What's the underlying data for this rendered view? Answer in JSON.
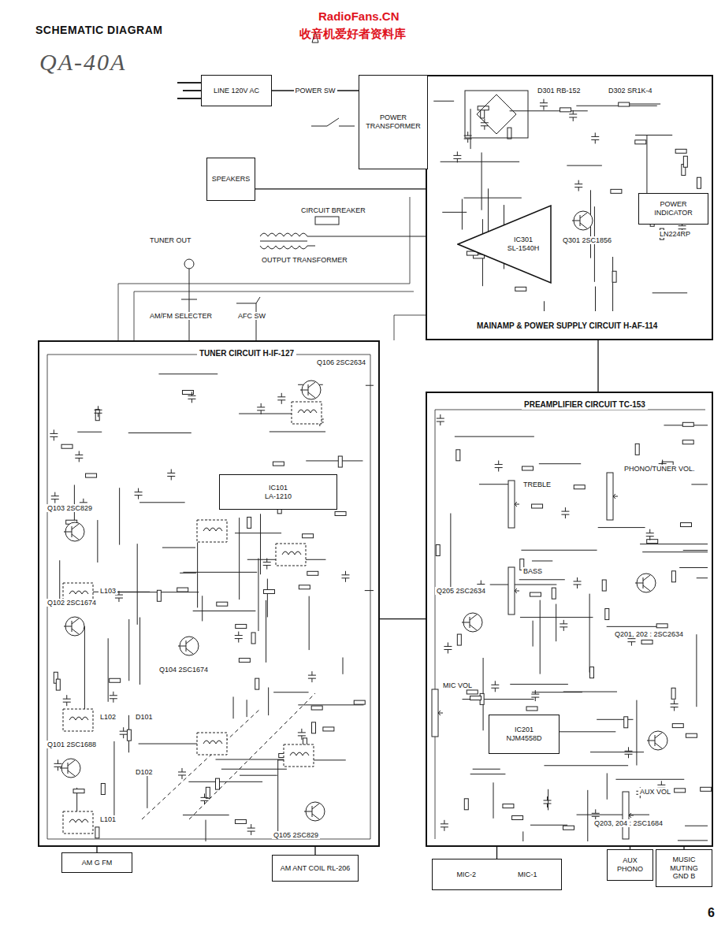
{
  "diagram": {
    "title": "SCHEMATIC DIAGRAM",
    "nodes": [
      {
        "text": [
          "TUNER CIRCUIT H-IF-127"
        ]
      },
      {
        "text": [
          "IC101",
          "LA-1210"
        ],
        "in": 0
      },
      {
        "text": [
          "PREAMPLIFIER CIRCUIT TC-153"
        ]
      },
      {
        "text": [
          "IC201",
          "NJM4558D"
        ],
        "in": 2
      },
      {
        "text": [
          "MAINAMP & POWER SUPPLY CIRCUIT H-AF-114"
        ]
      },
      {
        "text": [
          "IC301",
          "SL-1540H"
        ],
        "in": 4
      },
      {
        "text": [
          "POWER TRANSFORMER"
        ]
      },
      {
        "text": [
          "SPEAKERS"
        ]
      },
      {
        "text": [
          "AM G FM"
        ]
      },
      {
        "text": [
          "AM ANT COIL RL-206"
        ]
      },
      {
        "text": [
          "MIC-2",
          "MIC-1"
        ]
      },
      {
        "text": [
          "AUX PHONO"
        ]
      },
      {
        "text": [
          "MUSIC MUTING",
          "GND B"
        ]
      },
      {
        "text": [
          "POWER INDICATOR"
        ],
        "in": 4
      },
      {
        "text": [
          "LINE 120V AC"
        ]
      }
    ],
    "edges": [
      {
        "from": 8,
        "to": 0,
        "arrow": "none"
      },
      {
        "from": 9,
        "to": 0,
        "arrow": "none"
      },
      {
        "from": 0,
        "to": 2,
        "arrow": "none"
      },
      {
        "from": 2,
        "to": 4,
        "arrow": "none"
      },
      {
        "from": 6,
        "to": 4,
        "arrow": "none"
      },
      {
        "from": 4,
        "to": 7,
        "arrow": "none"
      },
      {
        "from": 10,
        "to": 2,
        "arrow": "none"
      },
      {
        "from": 11,
        "to": 2,
        "arrow": "none"
      },
      {
        "from": 12,
        "to": 2,
        "arrow": "none"
      },
      {
        "from": 14,
        "to": 6,
        "label": "POWER SW",
        "arrow": "none"
      }
    ],
    "labels": [
      "QA-40A",
      "RadioFans.CN",
      "收音机爱好者资料库",
      "6",
      "TUNER OUT",
      "AM/FM SELECTER",
      "AFC SW",
      "CIRCUIT BREAKER",
      "OUTPUT TRANSFORMER",
      "Q101 2SC1688",
      "Q102 2SC1674",
      "Q103 2SC829",
      "Q104 2SC1674",
      "Q105 2SC829",
      "Q106 2SC2634",
      "D101",
      "D102",
      "L101",
      "L102",
      "L103",
      "Q201, 202 : 2SC2634",
      "Q203, 204 : 2SC1684",
      "Q205 2SC2634",
      "TREBLE",
      "BASS",
      "PHONO/TUNER VOL.",
      "AUX VOL",
      "MIC VOL",
      "Q301 2SC1856",
      "D301 RB-152",
      "D302 SR1K-4",
      "LN224RP"
    ]
  }
}
